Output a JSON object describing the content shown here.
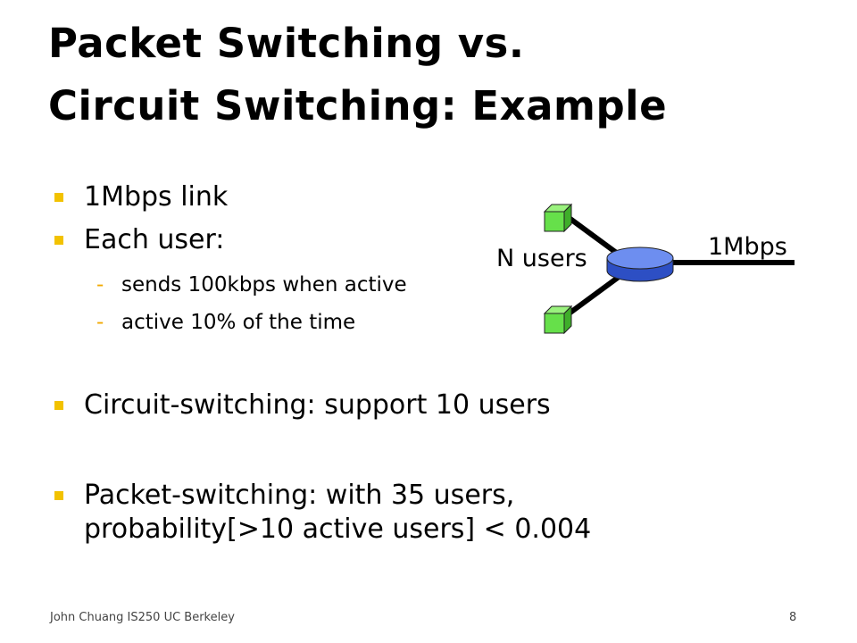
{
  "slide": {
    "title_line1": "Packet Switching vs.",
    "title_line2": "Circuit Switching: Example",
    "bullets": {
      "b1": "1Mbps link",
      "b2": "Each user:",
      "s1": "sends 100kbps when active",
      "s2": "active 10% of the time",
      "b3": "Circuit-switching: support 10 users",
      "b4_line1": "Packet-switching: with 35 users,",
      "b4_line2": "probability[>10 active users] < 0.004"
    },
    "diagram": {
      "users_label": "N users",
      "link_label": "1Mbps",
      "host_icon": "green-cube-icon",
      "router_icon": "blue-router-icon"
    },
    "footer": {
      "left": "John Chuang IS250 UC Berkeley",
      "page": "8"
    },
    "colors": {
      "bullet": "#f2c200",
      "dash": "#f2a900",
      "cube_front": "#66e04a",
      "cube_top": "#9af27e",
      "cube_side": "#3fae2a",
      "router_top": "#6d8ef0",
      "router_side": "#2d4fc4"
    }
  }
}
